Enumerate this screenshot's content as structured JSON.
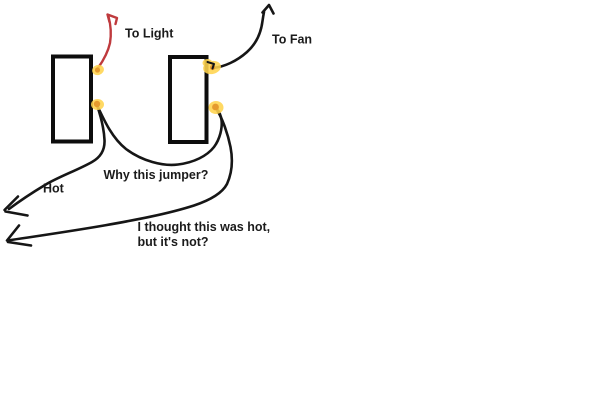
{
  "canvas": {
    "background": "#ffffff"
  },
  "colors": {
    "box_border": "#0d0d0d",
    "wire_black": "#161616",
    "wire_red": "#bf3a3d",
    "terminal_yellow": "#ffd44e",
    "terminal_orange": "#e59a2e",
    "text": "#1b1b1b"
  },
  "labels": {
    "to_light": "To Light",
    "to_fan": "To Fan",
    "hot": "Hot",
    "jumper_question": "Why this jumper?",
    "not_hot_line1": "I thought this was hot,",
    "not_hot_line2": "but it's not?"
  }
}
